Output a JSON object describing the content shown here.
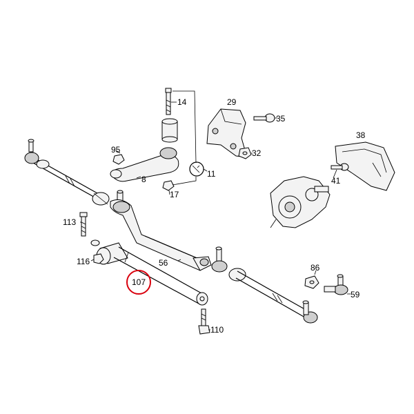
{
  "diagram": {
    "highlight_color": "#d9000d",
    "highlighted_part": "107",
    "labels": {
      "p14": "14",
      "p29": "29",
      "p35": "35",
      "p38": "38",
      "p95": "95",
      "p32": "32",
      "p8": "8",
      "p11": "11",
      "p17": "17",
      "p41": "41",
      "p113": "113",
      "p116": "116",
      "p56": "56",
      "p107": "107",
      "p86": "86",
      "p59": "59",
      "p110": "110"
    }
  }
}
